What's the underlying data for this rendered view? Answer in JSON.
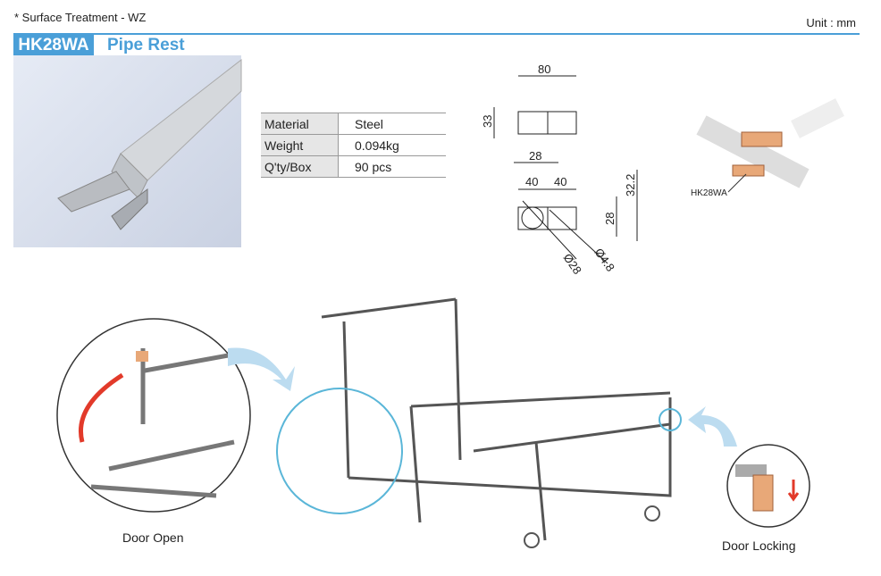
{
  "header": {
    "surface": "* Surface Treatment - WZ",
    "unit": "Unit : mm",
    "code": "HK28WA",
    "name": "Pipe Rest"
  },
  "specs": [
    {
      "label": "Material",
      "value": "Steel"
    },
    {
      "label": "Weight",
      "value": "0.094kg"
    },
    {
      "label": "Q'ty/Box",
      "value": "90 pcs"
    }
  ],
  "drawing": {
    "d80": "80",
    "d33": "33",
    "d28a": "28",
    "d40a": "40",
    "d40b": "40",
    "d32": "32.2",
    "d28b": "28",
    "dia28": "Ø28",
    "dia48": "Ø4.8"
  },
  "assembly_label": "HK28WA",
  "captions": {
    "door_open": "Door Open",
    "door_locking": "Door Locking"
  },
  "colors": {
    "accent": "#4a9fd8",
    "copper": "#e8a878",
    "arrow_red": "#e23a2a"
  }
}
